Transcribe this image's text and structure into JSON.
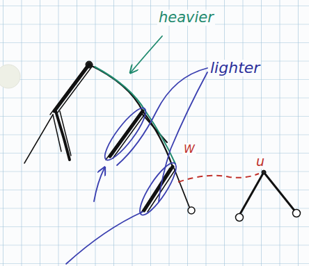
{
  "diagram": {
    "labels": [
      "heavier",
      "lighter",
      "W",
      "u"
    ]
  }
}
